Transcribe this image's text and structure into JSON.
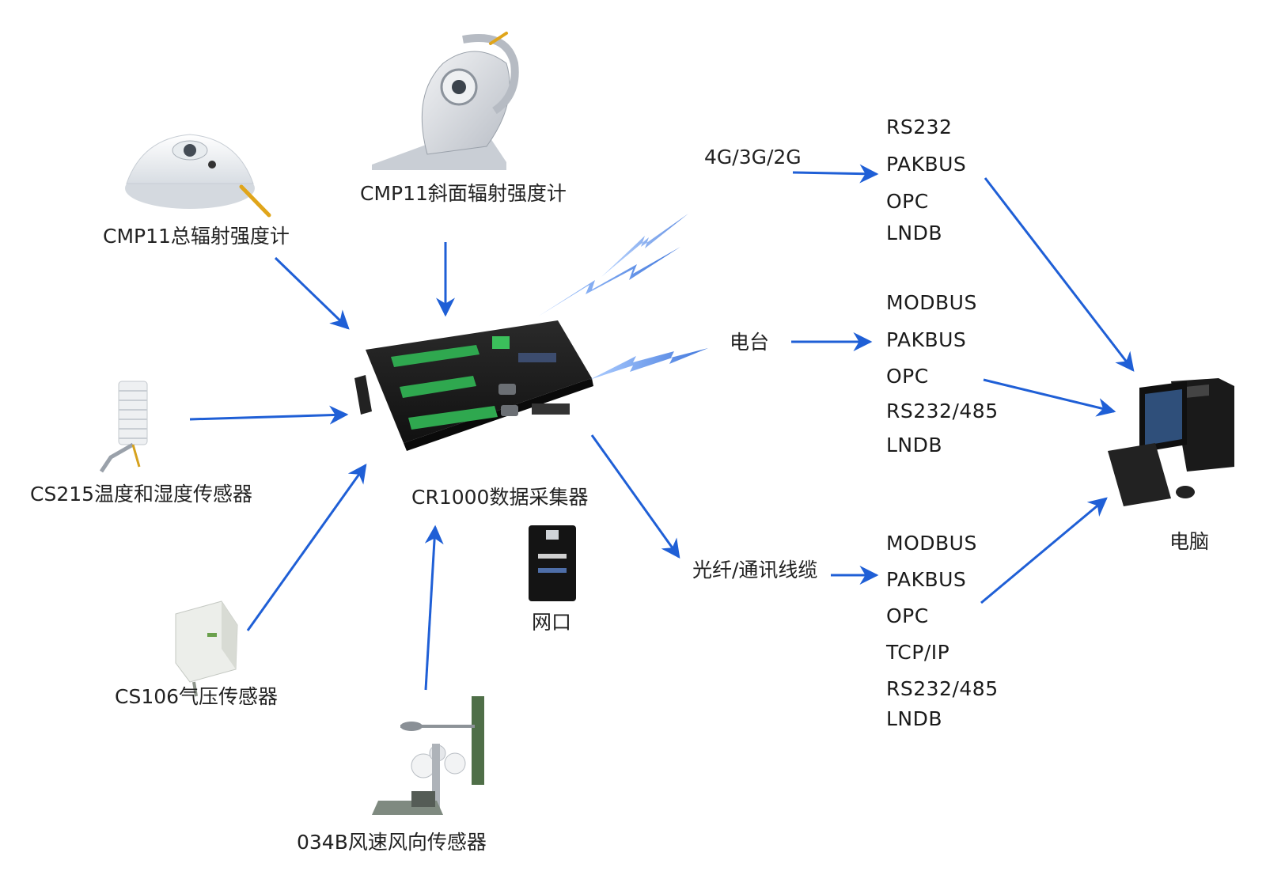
{
  "colors": {
    "arrow": "#1f5fd6",
    "text": "#222222",
    "device_dark": "#1b1b1b",
    "terminal_green": "#2fa84f"
  },
  "sensors": {
    "cmp11_global": "CMP11总辐射强度计",
    "cmp11_tilt": "CMP11斜面辐射强度计",
    "cs215": "CS215温度和湿度传感器",
    "cs106": "CS106气压传感器",
    "anemometer": "034B风速风向传感器"
  },
  "logger": {
    "name": "CR1000数据采集器",
    "port": "网口"
  },
  "links": {
    "cellular": {
      "label": "4G/3G/2G",
      "protocols": [
        "RS232",
        "PAKBUS",
        "OPC",
        "LNDB"
      ]
    },
    "radio": {
      "label": "电台",
      "protocols": [
        "MODBUS",
        "PAKBUS",
        "OPC",
        "RS232/485",
        "LNDB"
      ]
    },
    "fiber": {
      "label": "光纤/通讯线缆",
      "protocols": [
        "MODBUS",
        "PAKBUS",
        "OPC",
        "TCP/IP",
        "RS232/485",
        "LNDB"
      ]
    }
  },
  "computer": {
    "label": "电脑"
  },
  "icons": [
    "pyranometer-icon",
    "tilted-pyranometer-icon",
    "radiation-shield-icon",
    "barometer-box-icon",
    "anemometer-vane-icon",
    "datalogger-icon",
    "ethernet-module-icon",
    "wireless-bolt-icon",
    "desktop-computer-icon"
  ]
}
